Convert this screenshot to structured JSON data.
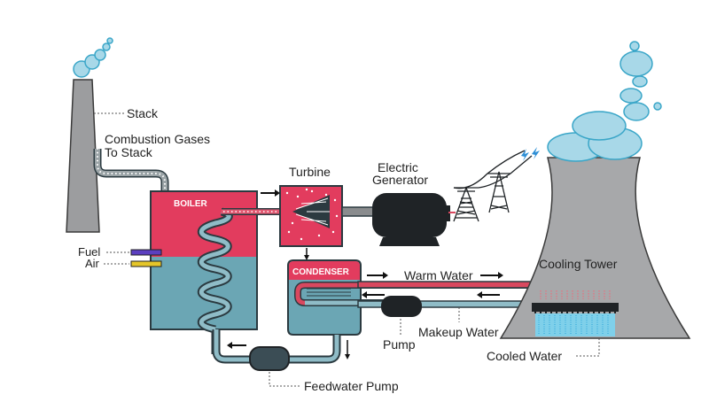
{
  "labels": {
    "stack": "Stack",
    "combustion_line1": "Combustion Gases",
    "combustion_line2": "To Stack",
    "turbine": "Turbine",
    "generator_line1": "Electric",
    "generator_line2": "Generator",
    "boiler": "BOILER",
    "condenser": "CONDENSER",
    "fuel": "Fuel",
    "air": "Air",
    "warm_water": "Warm Water",
    "cooling_tower": "Cooling Tower",
    "pump": "Pump",
    "makeup_water": "Makeup Water",
    "cooled_water": "Cooled Water",
    "feedwater_pump": "Feedwater Pump"
  },
  "colors": {
    "boiler_hot": "#e23c5e",
    "water": "#6ba6b4",
    "pipe_fill": "#8fbcc7",
    "pipe_edge": "#2b3a40",
    "hot_pipe": "#d9485f",
    "machine": "#1f2326",
    "tower": "#a7a8aa",
    "steam": "#a8d8e8",
    "steam_edge": "#3aa6c8",
    "fuel_line": "#5b3fbf",
    "air_line": "#e5c629"
  }
}
